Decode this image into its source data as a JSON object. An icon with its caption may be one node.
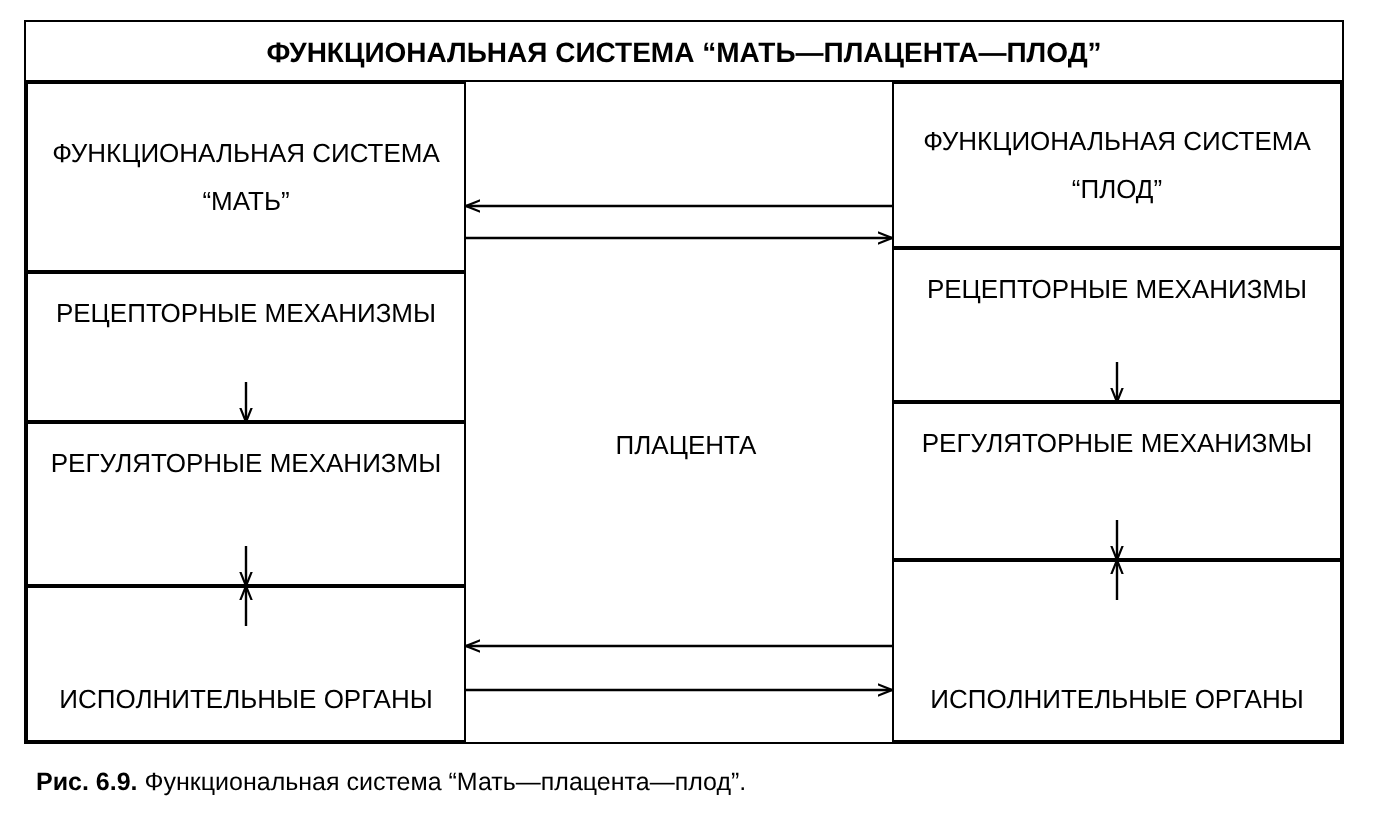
{
  "diagram": {
    "caption": "**Рис. 6.9.** Функциональная система “Мать—плацента—плод”.",
    "nodes": [
      {
        "text": [
          "ФУНКЦИОНАЛЬНАЯ СИСТЕМА “МАТЬ—ПЛАЦЕНТА—ПЛОД”"
        ]
      },
      {
        "text": [
          "ФУНКЦИОНАЛЬНАЯ СИСТЕМА “МАТЬ”"
        ],
        "in": 0
      },
      {
        "text": [
          "РЕЦЕПТОРНЫЕ МЕХАНИЗМЫ"
        ],
        "in": 0
      },
      {
        "text": [
          "РЕГУЛЯТОРНЫЕ МЕХАНИЗМЫ"
        ],
        "in": 0
      },
      {
        "text": [
          "ИСПОЛНИТЕЛЬНЫЕ ОРГАНЫ"
        ],
        "in": 0
      },
      {
        "text": [
          "ПЛАЦЕНТА"
        ],
        "in": 0
      },
      {
        "text": [
          "ФУНКЦИОНАЛЬНАЯ СИСТЕМА “ПЛОД”"
        ],
        "in": 0
      },
      {
        "text": [
          "РЕЦЕПТОРНЫЕ МЕХАНИЗМЫ"
        ],
        "in": 0
      },
      {
        "text": [
          "РЕГУЛЯТОРНЫЕ МЕХАНИЗМЫ"
        ],
        "in": 0
      },
      {
        "text": [
          "ИСПОЛНИТЕЛЬНЫЕ ОРГАНЫ"
        ],
        "in": 0
      }
    ],
    "edges": [
      {
        "from": 6,
        "to": 1,
        "arrow": "to"
      },
      {
        "from": 1,
        "to": 6,
        "arrow": "to"
      },
      {
        "from": 2,
        "to": 3,
        "arrow": "to"
      },
      {
        "from": 3,
        "to": 4,
        "arrow": "to"
      },
      {
        "from": 4,
        "to": 3,
        "arrow": "to"
      },
      {
        "from": 9,
        "to": 4,
        "arrow": "to"
      },
      {
        "from": 4,
        "to": 9,
        "arrow": "to"
      },
      {
        "from": 7,
        "to": 8,
        "arrow": "to"
      },
      {
        "from": 8,
        "to": 9,
        "arrow": "to"
      },
      {
        "from": 9,
        "to": 8,
        "arrow": "to"
      }
    ]
  }
}
